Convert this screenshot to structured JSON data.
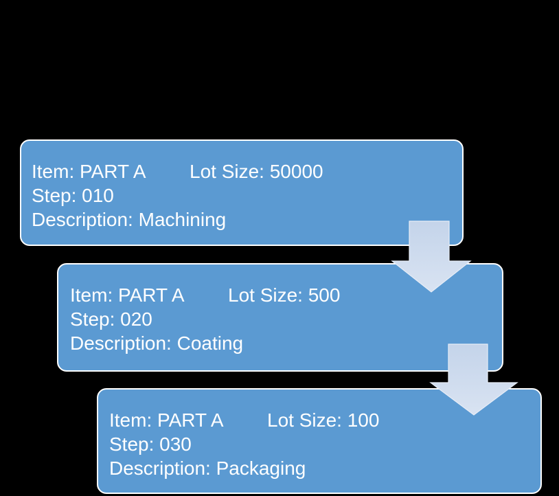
{
  "diagram": {
    "background_color": "#000000",
    "box_fill_color": "#5B9AD2",
    "box_border_color": "#FFFFFF",
    "arrow_fill_color": "#CFDBED",
    "text_color": "#FFFFFF",
    "steps": [
      {
        "item": "Item: PART A",
        "lot_size": "Lot Size: 50000",
        "step": "Step: 010",
        "description": "Description: Machining"
      },
      {
        "item": "Item: PART A",
        "lot_size": "Lot Size: 500",
        "step": "Step: 020",
        "description": "Description: Coating"
      },
      {
        "item": "Item: PART A",
        "lot_size": "Lot Size: 100",
        "step": "Step: 030",
        "description": "Description: Packaging"
      }
    ]
  }
}
